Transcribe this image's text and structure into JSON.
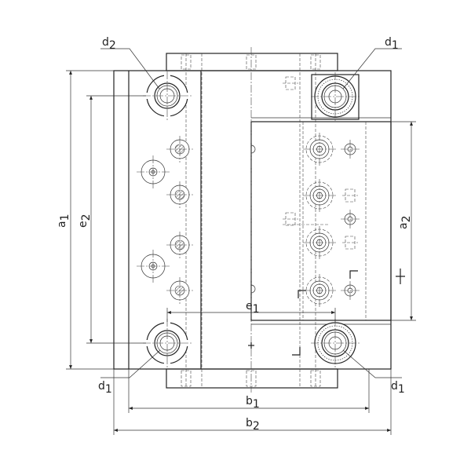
{
  "labels": {
    "d2_top": {
      "base": "d",
      "sub": "2"
    },
    "d1_top": {
      "base": "d",
      "sub": "1"
    },
    "d1_bottom_left": {
      "base": "d",
      "sub": "1"
    },
    "d1_bottom_right": {
      "base": "d",
      "sub": "1"
    },
    "a1": {
      "base": "a",
      "sub": "1"
    },
    "e2": {
      "base": "e",
      "sub": "2"
    },
    "a2": {
      "base": "a",
      "sub": "2"
    },
    "e1": {
      "base": "e",
      "sub": "1"
    },
    "b1": {
      "base": "b",
      "sub": "1"
    },
    "b2": {
      "base": "b",
      "sub": "2"
    }
  },
  "colors": {
    "line": "#222222",
    "background": "#ffffff"
  }
}
